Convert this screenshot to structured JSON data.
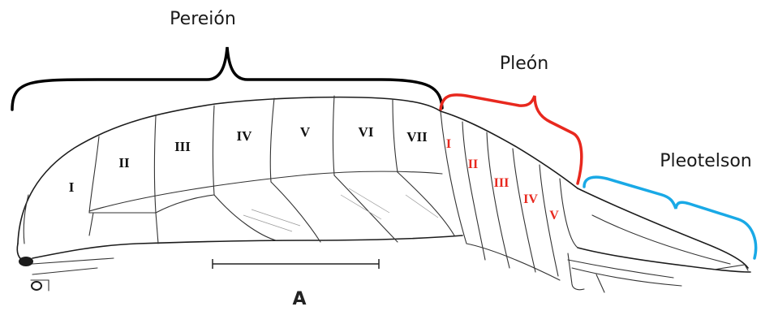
{
  "regions": {
    "pereion": "Pereión",
    "pleon": "Pleón",
    "pleotelson": "Pleotelson"
  },
  "pereion_segments": [
    "I",
    "II",
    "III",
    "IV",
    "V",
    "VI",
    "VII"
  ],
  "pleon_segments": [
    "I",
    "II",
    "III",
    "IV",
    "V"
  ],
  "panel_label": "A",
  "colors": {
    "pereion_bracket": "#000000",
    "pleon_bracket": "#e8281e",
    "pleotelson_bracket": "#19a9e6",
    "pleon_numerals": "#e8281e"
  }
}
